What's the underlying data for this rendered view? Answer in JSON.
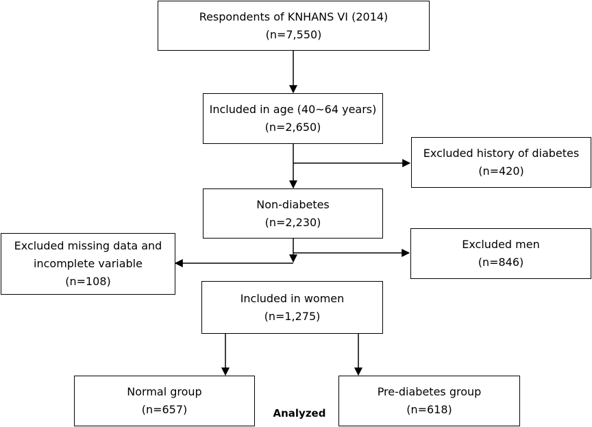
{
  "boxes": {
    "respondents": {
      "line1": "Respondents of KNHANS VI (2014)",
      "line2": "(n=7,550)"
    },
    "age": {
      "line1": "Included in age (40~64 years)",
      "line2": "(n=2,650)"
    },
    "excluded_diabetes": {
      "line1": "Excluded history of diabetes",
      "line2": "(n=420)"
    },
    "non_diabetes": {
      "line1": "Non-diabetes",
      "line2": "(n=2,230)"
    },
    "excluded_missing": {
      "line1": "Excluded missing data and",
      "line2": "incomplete variable",
      "line3": "(n=108)"
    },
    "excluded_men": {
      "line1": "Excluded men",
      "line2": "(n=846)"
    },
    "women": {
      "line1": "Included in women",
      "line2": "(n=1,275)"
    },
    "normal": {
      "line1": "Normal group",
      "line2": "(n=657)"
    },
    "prediabetes": {
      "line1": "Pre-diabetes group",
      "line2": "(n=618)"
    }
  },
  "analyzed_label": "Analyzed"
}
